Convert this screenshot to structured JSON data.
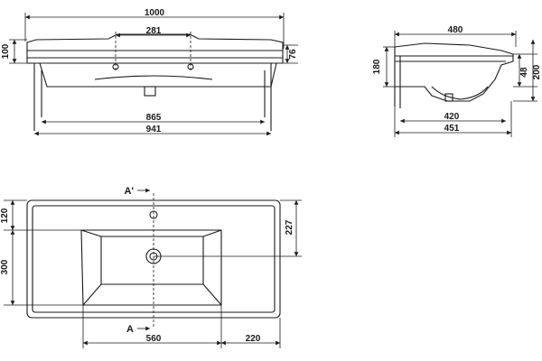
{
  "front_view": {
    "overall_width": "1000",
    "tap_spacing": "281",
    "height_left": "100",
    "height_right": "76",
    "inner_width": "865",
    "bottom_width": "941"
  },
  "side_view": {
    "top_depth": "480",
    "height_left": "180",
    "height_right_small": "48",
    "height_right_large": "200",
    "inner_depth": "420",
    "bottom_depth": "451"
  },
  "plan_view": {
    "section_top_label": "A'",
    "section_bottom_label": "A",
    "dim_left_top": "120",
    "dim_left_main": "300",
    "dim_right": "227",
    "dim_bottom_bowl": "560",
    "dim_bottom_right": "220"
  }
}
